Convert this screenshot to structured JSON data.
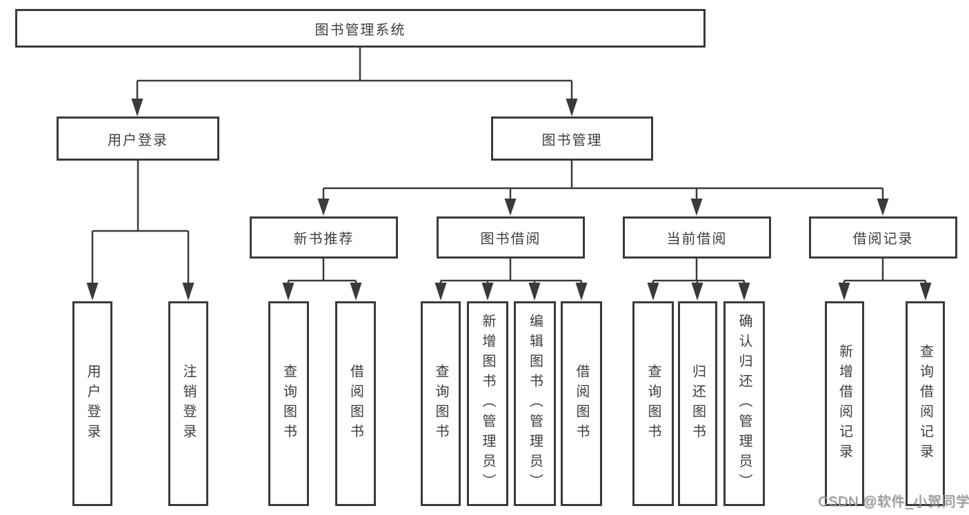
{
  "colors": {
    "line": "#3a3a3a",
    "text": "#3d3d3d",
    "watermark": "#9a9a9a",
    "background": "#ffffff"
  },
  "watermark": {
    "text": "CSDN @软件_小贺同学"
  },
  "tree": {
    "root": {
      "label": "图书管理系统",
      "children": [
        {
          "label": "用户登录",
          "children": [
            {
              "label": "用户登录"
            },
            {
              "label": "注销登录"
            }
          ]
        },
        {
          "label": "图书管理",
          "children": [
            {
              "label": "新书推荐",
              "children": [
                {
                  "label": "查询图书"
                },
                {
                  "label": "借阅图书"
                }
              ]
            },
            {
              "label": "图书借阅",
              "children": [
                {
                  "label": "查询图书"
                },
                {
                  "label": "新增图书（管理员）"
                },
                {
                  "label": "编辑图书（管理员）"
                },
                {
                  "label": "借阅图书"
                }
              ]
            },
            {
              "label": "当前借阅",
              "children": [
                {
                  "label": "查询图书"
                },
                {
                  "label": "归还图书"
                },
                {
                  "label": "确认归还（管理员）"
                }
              ]
            },
            {
              "label": "借阅记录",
              "children": [
                {
                  "label": "新增借阅记录"
                },
                {
                  "label": "查询借阅记录"
                }
              ]
            }
          ]
        }
      ]
    }
  }
}
